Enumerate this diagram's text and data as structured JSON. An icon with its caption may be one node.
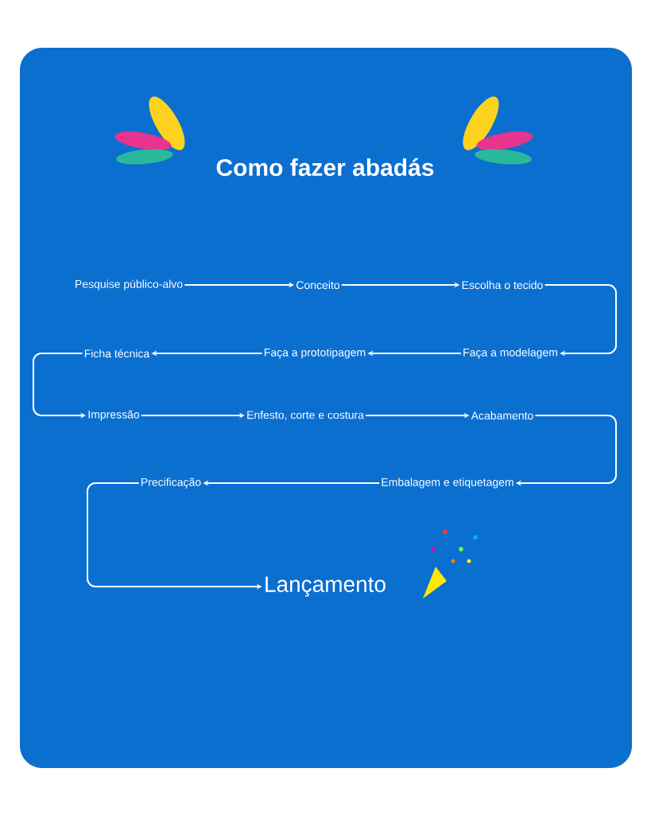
{
  "diagram": {
    "title": "Como fazer abadás",
    "nodes": [
      {
        "text": [
          "Pesquise público-alvo"
        ]
      },
      {
        "text": [
          "Conceito"
        ]
      },
      {
        "text": [
          "Escolha o tecido"
        ]
      },
      {
        "text": [
          "Faça a modelagem"
        ]
      },
      {
        "text": [
          "Faça a prototipagem"
        ]
      },
      {
        "text": [
          "Ficha técnica"
        ]
      },
      {
        "text": [
          "Impressão"
        ]
      },
      {
        "text": [
          "Enfesto, corte e costura"
        ]
      },
      {
        "text": [
          "Acabamento"
        ]
      },
      {
        "text": [
          "Embalagem e etiquetagem"
        ]
      },
      {
        "text": [
          "Precificação"
        ]
      },
      {
        "text": [
          "Lançamento"
        ]
      }
    ],
    "edges": [
      {
        "from": 0,
        "to": 1,
        "arrow": "to"
      },
      {
        "from": 1,
        "to": 2,
        "arrow": "to"
      },
      {
        "from": 2,
        "to": 3,
        "arrow": "to"
      },
      {
        "from": 3,
        "to": 4,
        "arrow": "to"
      },
      {
        "from": 4,
        "to": 5,
        "arrow": "to"
      },
      {
        "from": 5,
        "to": 6,
        "arrow": "to"
      },
      {
        "from": 6,
        "to": 7,
        "arrow": "to"
      },
      {
        "from": 7,
        "to": 8,
        "arrow": "to"
      },
      {
        "from": 8,
        "to": 9,
        "arrow": "to"
      },
      {
        "from": 9,
        "to": 10,
        "arrow": "to"
      },
      {
        "from": 10,
        "to": 11,
        "arrow": "to"
      }
    ]
  }
}
